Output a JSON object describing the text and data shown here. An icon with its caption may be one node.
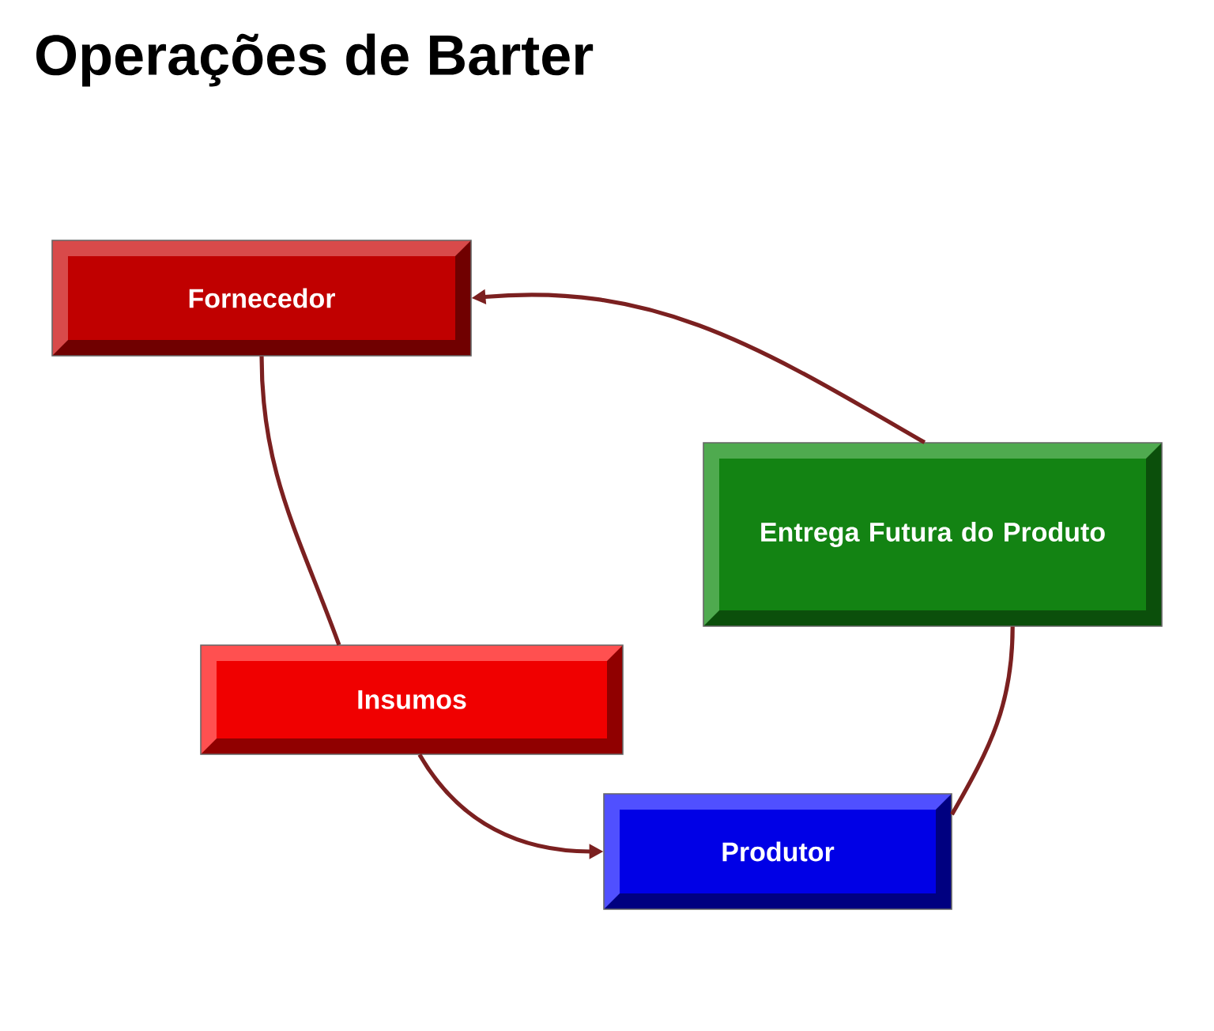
{
  "diagram": {
    "title": "Operações de Barter",
    "nodes": [
      {
        "text": [
          "Fornecedor"
        ]
      },
      {
        "text": [
          "Entrega Futura do Produto"
        ]
      },
      {
        "text": [
          "Insumos"
        ]
      },
      {
        "text": [
          "Produtor"
        ]
      }
    ],
    "edges": [
      {
        "from": 0,
        "to": 2,
        "arrow": "none"
      },
      {
        "from": 2,
        "to": 3,
        "arrow": "to"
      },
      {
        "from": 3,
        "to": 1,
        "arrow": "none"
      },
      {
        "from": 1,
        "to": 0,
        "arrow": "to"
      }
    ]
  }
}
